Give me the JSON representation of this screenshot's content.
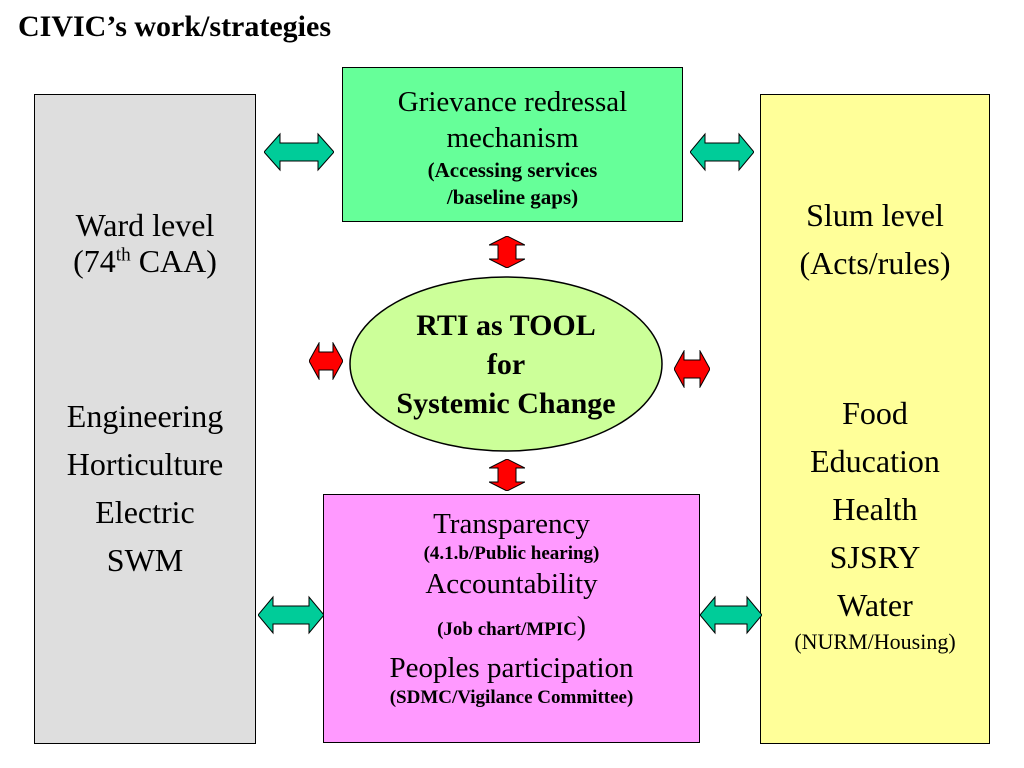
{
  "title": "CIVIC’s work/strategies",
  "ward": {
    "line1": "Ward level",
    "line2_pre": "(74",
    "line2_sup": "th",
    "line2_post": " CAA)",
    "departments": [
      "Engineering",
      "Horticulture",
      "Electric",
      "SWM"
    ]
  },
  "grievance": {
    "line1": "Grievance redressal",
    "line2": "mechanism",
    "sub1": "(Accessing services",
    "sub2": "/baseline gaps)"
  },
  "rti": {
    "line1": "RTI as TOOL",
    "line2": "for",
    "line3": "Systemic Change"
  },
  "slum": {
    "line1": "Slum level",
    "line2": "(Acts/rules)",
    "items": [
      "Food",
      "Education",
      "Health",
      "SJSRY",
      "Water"
    ],
    "note": "(NURM/Housing)"
  },
  "transparency": {
    "item1": "Transparency",
    "sub1": "(4.1.b/Public hearing)",
    "item2": "Accountability",
    "sub2": "(Job chart/MPIC",
    "sub2_close": ")",
    "item3": "Peoples participation",
    "sub3": "(SDMC/Vigilance Committee)"
  },
  "colors": {
    "ward_box": "#dedede",
    "grievance_box": "#66ff99",
    "slum_box": "#ffff99",
    "transparency_box": "#ff99ff",
    "ellipse": "#ccff99",
    "teal_arrow": "#00cc99",
    "red_arrow": "#ff0000"
  }
}
